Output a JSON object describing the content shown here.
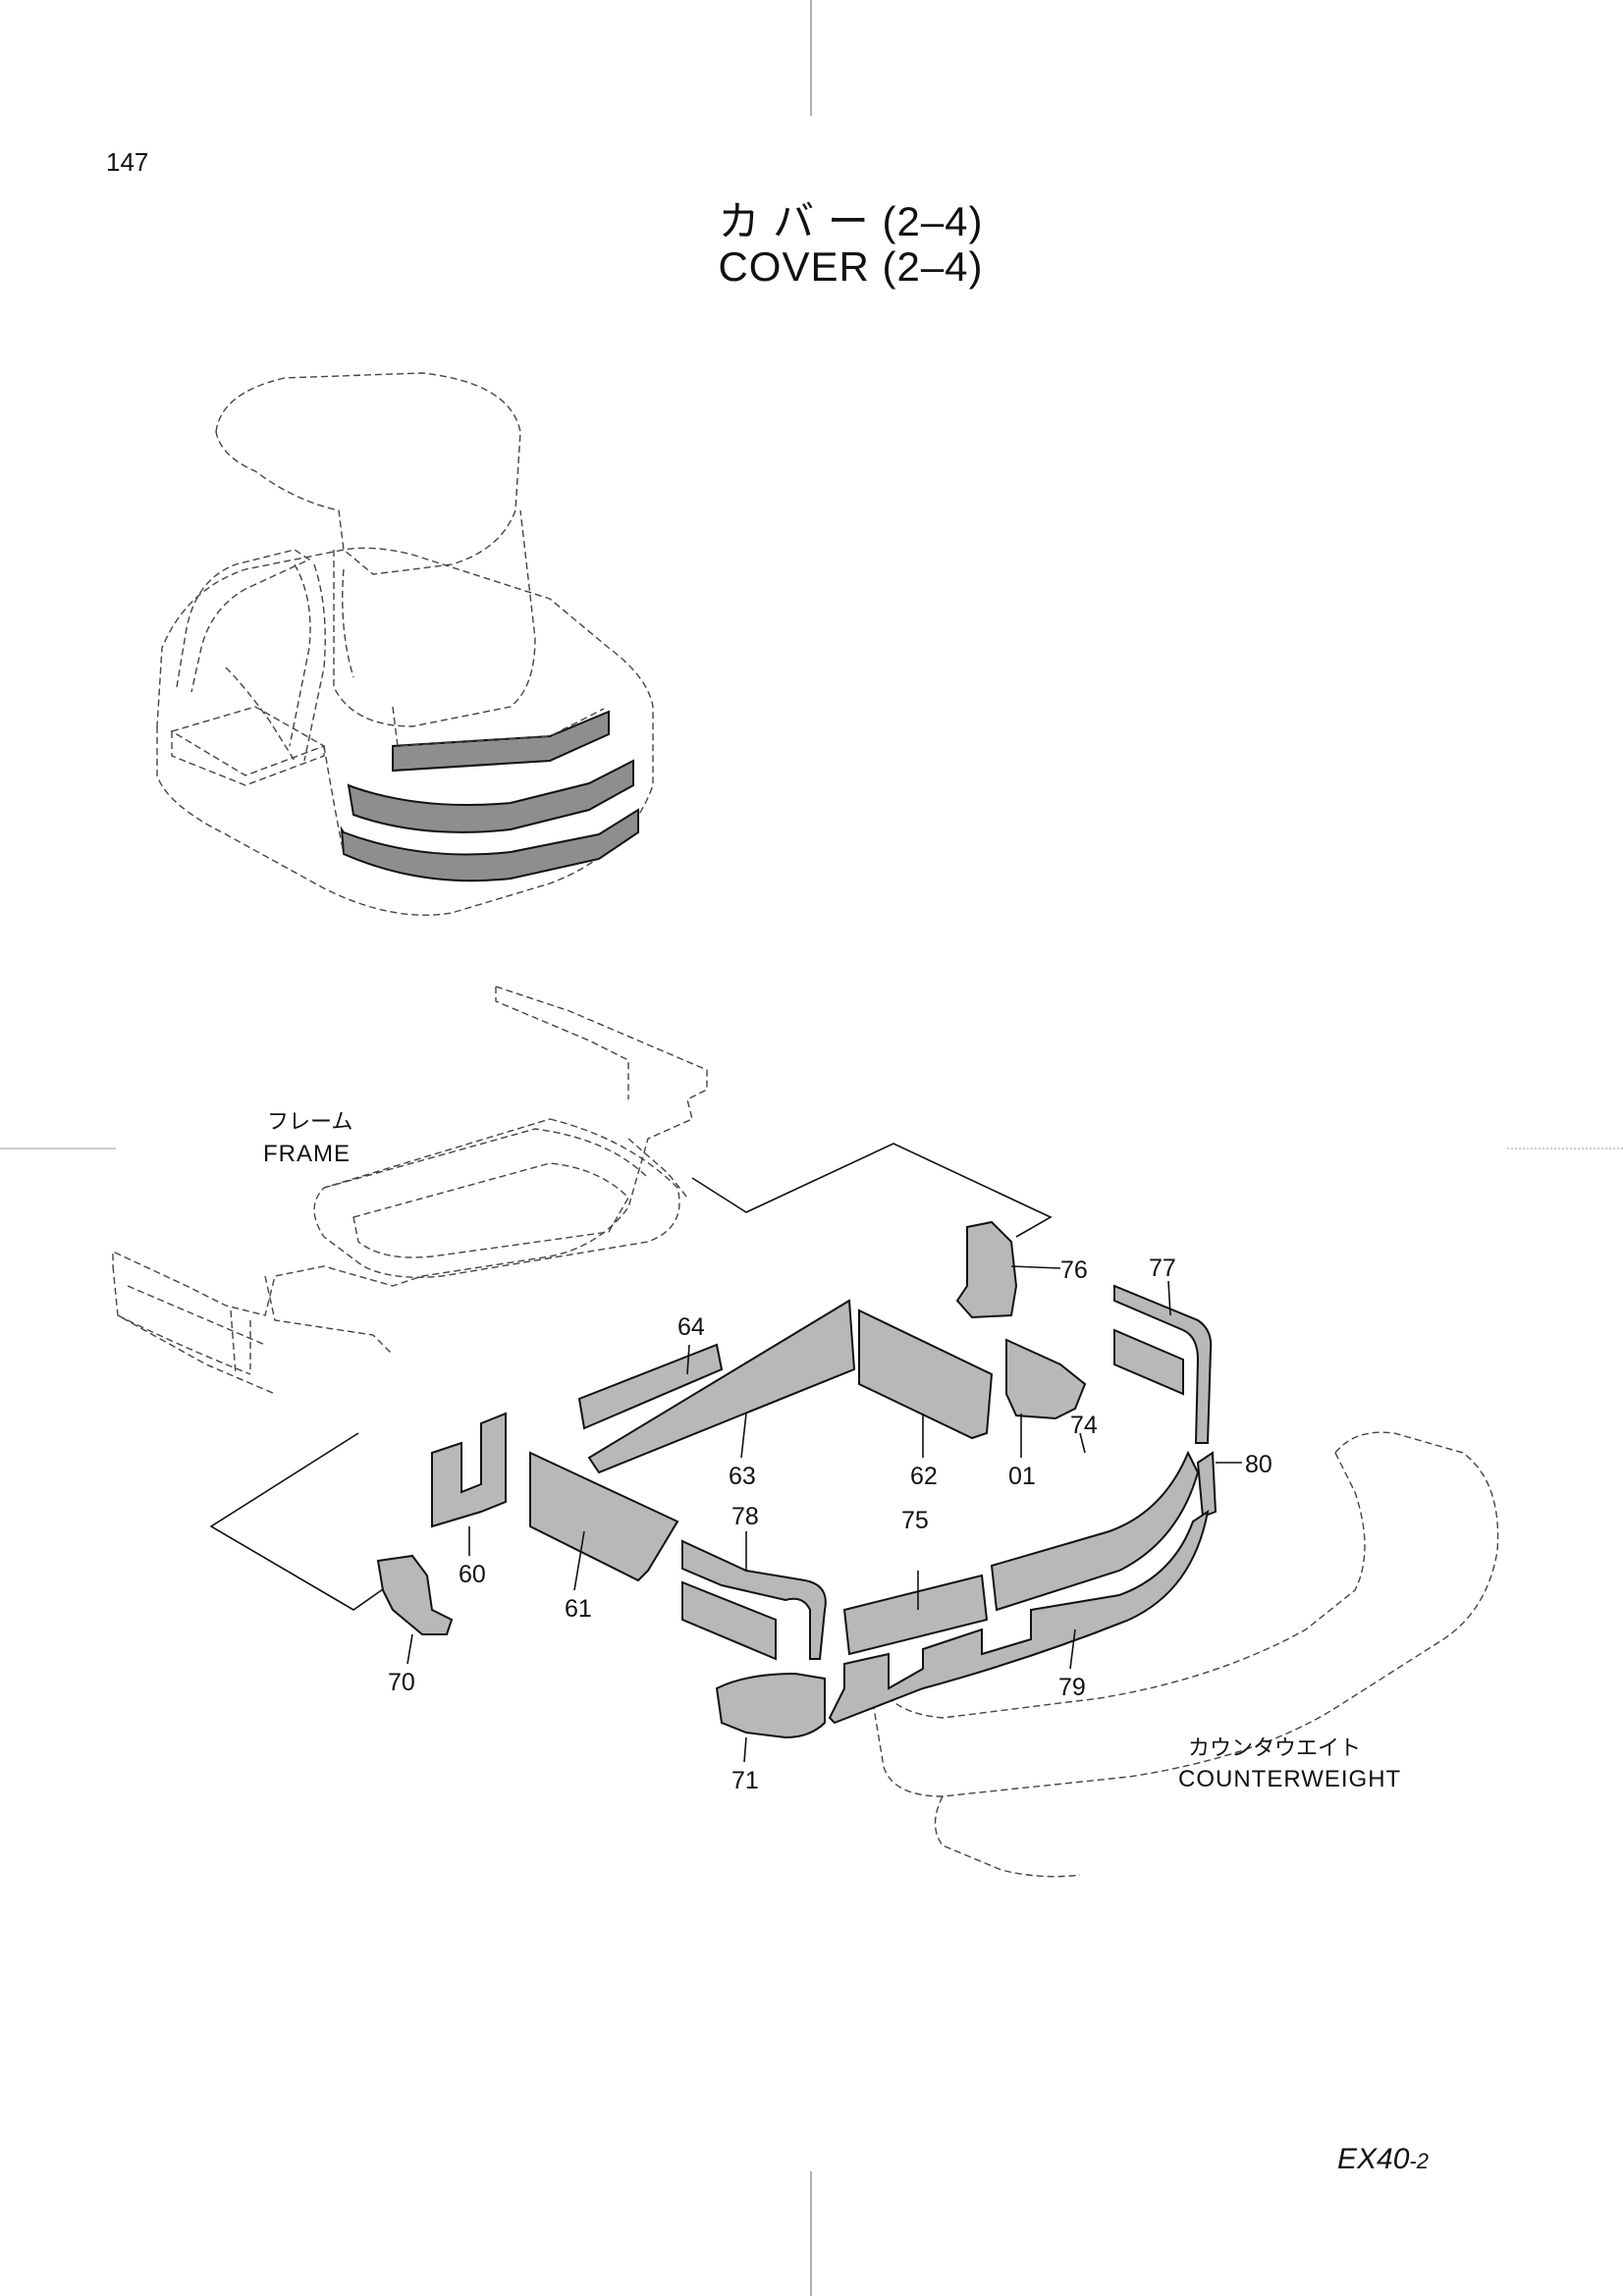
{
  "page_number": "147",
  "title_jp": "カ バ ー (2–4)",
  "title_en": "COVER (2–4)",
  "model": "EX40",
  "model_suffix": "-2",
  "labels": {
    "frame_jp": "フレーム",
    "frame_en": "FRAME",
    "counterweight_jp": "カウンタウエイト",
    "counterweight_en": "COUNTERWEIGHT"
  },
  "callouts": [
    "01",
    "60",
    "61",
    "62",
    "63",
    "64",
    "70",
    "71",
    "74",
    "75",
    "76",
    "77",
    "78",
    "79",
    "80"
  ]
}
